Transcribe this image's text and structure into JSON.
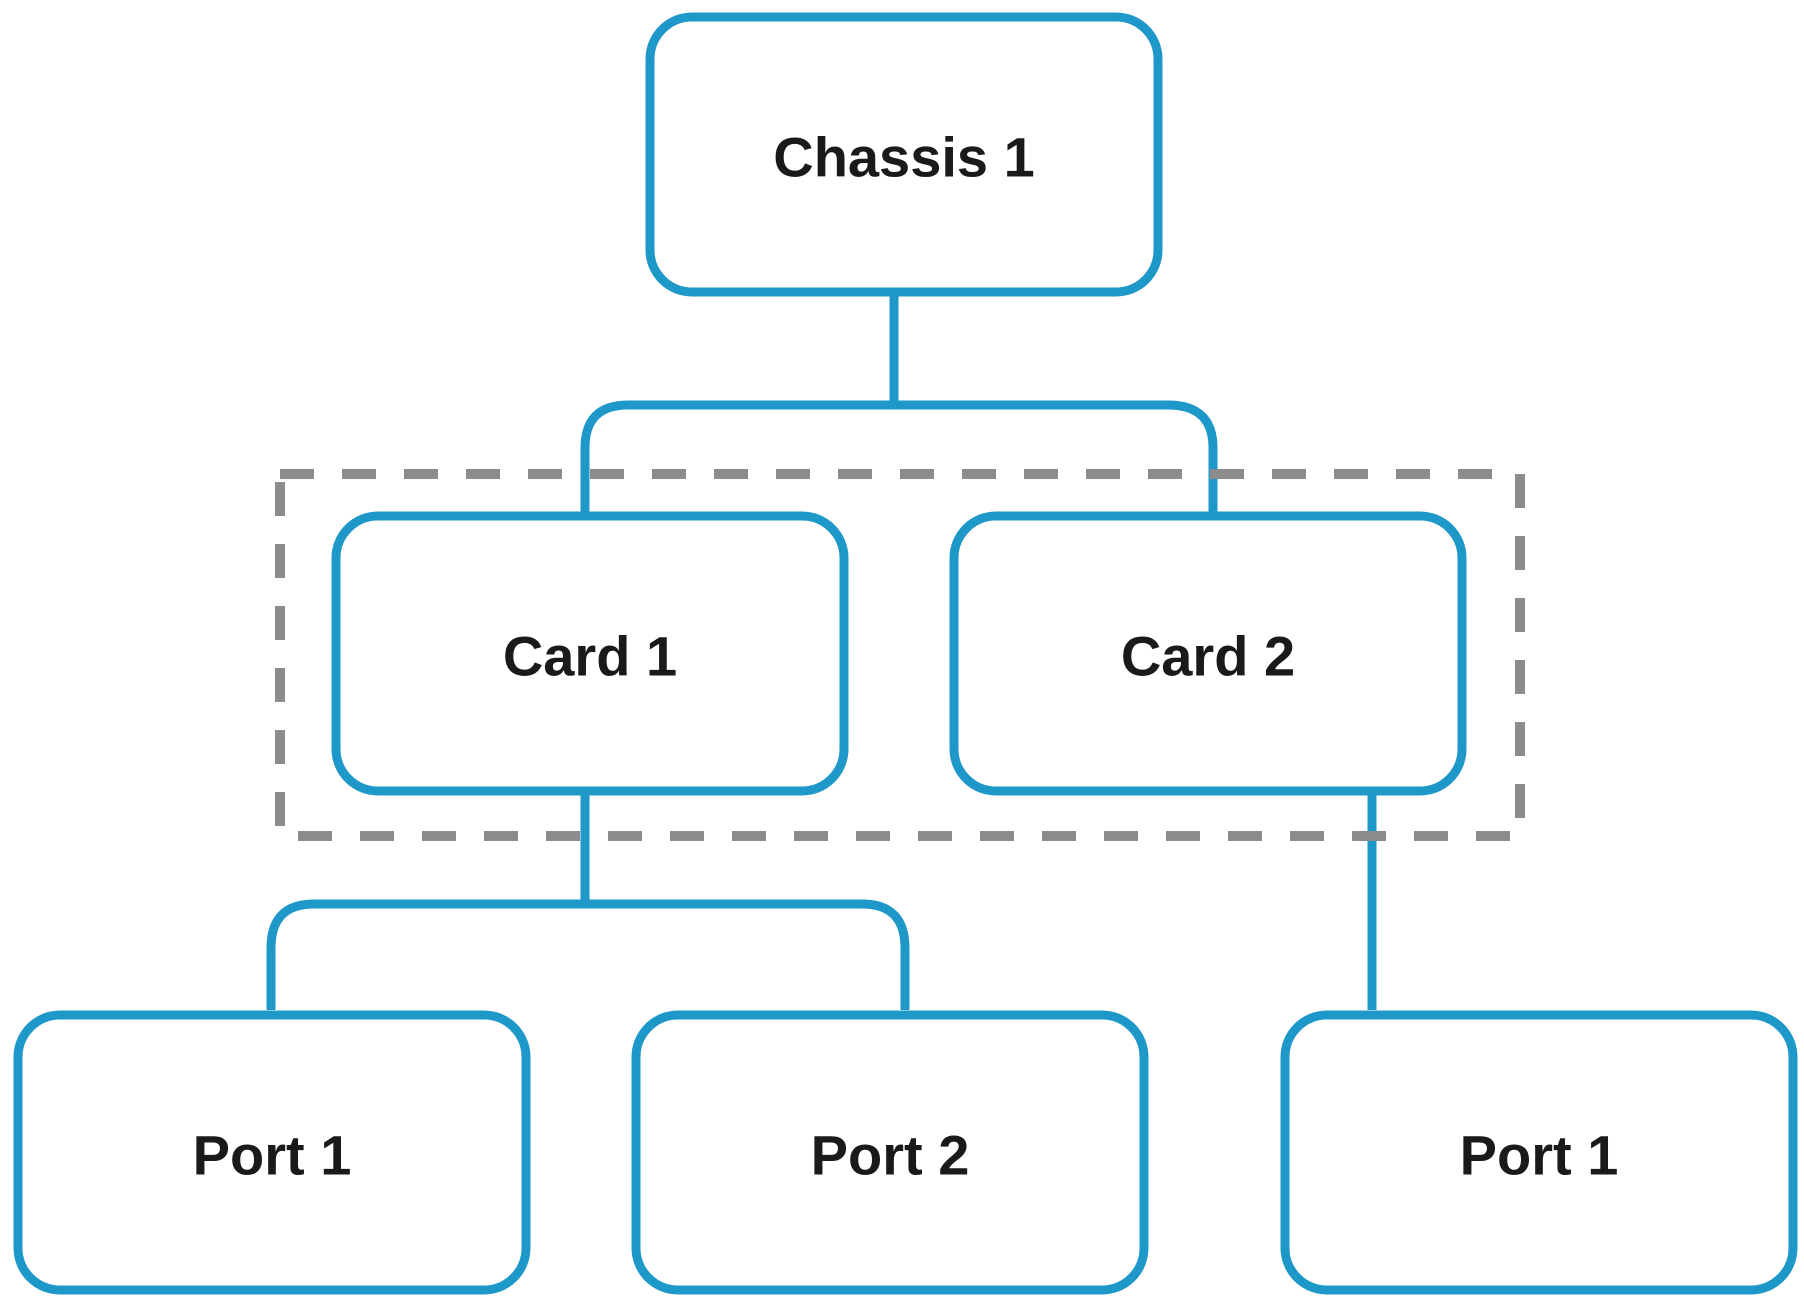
{
  "diagram": {
    "type": "hierarchy",
    "nodes": [
      {
        "id": "chassis-1",
        "label": "Chassis 1",
        "parent": null
      },
      {
        "id": "card-1",
        "label": "Card 1",
        "parent": "chassis-1"
      },
      {
        "id": "card-2",
        "label": "Card 2",
        "parent": "chassis-1"
      },
      {
        "id": "card-1-port-1",
        "label": "Port 1",
        "parent": "card-1"
      },
      {
        "id": "card-1-port-2",
        "label": "Port 2",
        "parent": "card-1"
      },
      {
        "id": "card-2-port-1",
        "label": "Port 1",
        "parent": "card-2"
      }
    ],
    "groups": [
      {
        "id": "card-group",
        "members": [
          "card-1",
          "card-2"
        ],
        "style": "dashed"
      }
    ],
    "colors": {
      "node_stroke": "#1e98c9",
      "group_stroke": "#8c8c8c",
      "label": "#1a1a1a",
      "background": "#ffffff"
    }
  }
}
